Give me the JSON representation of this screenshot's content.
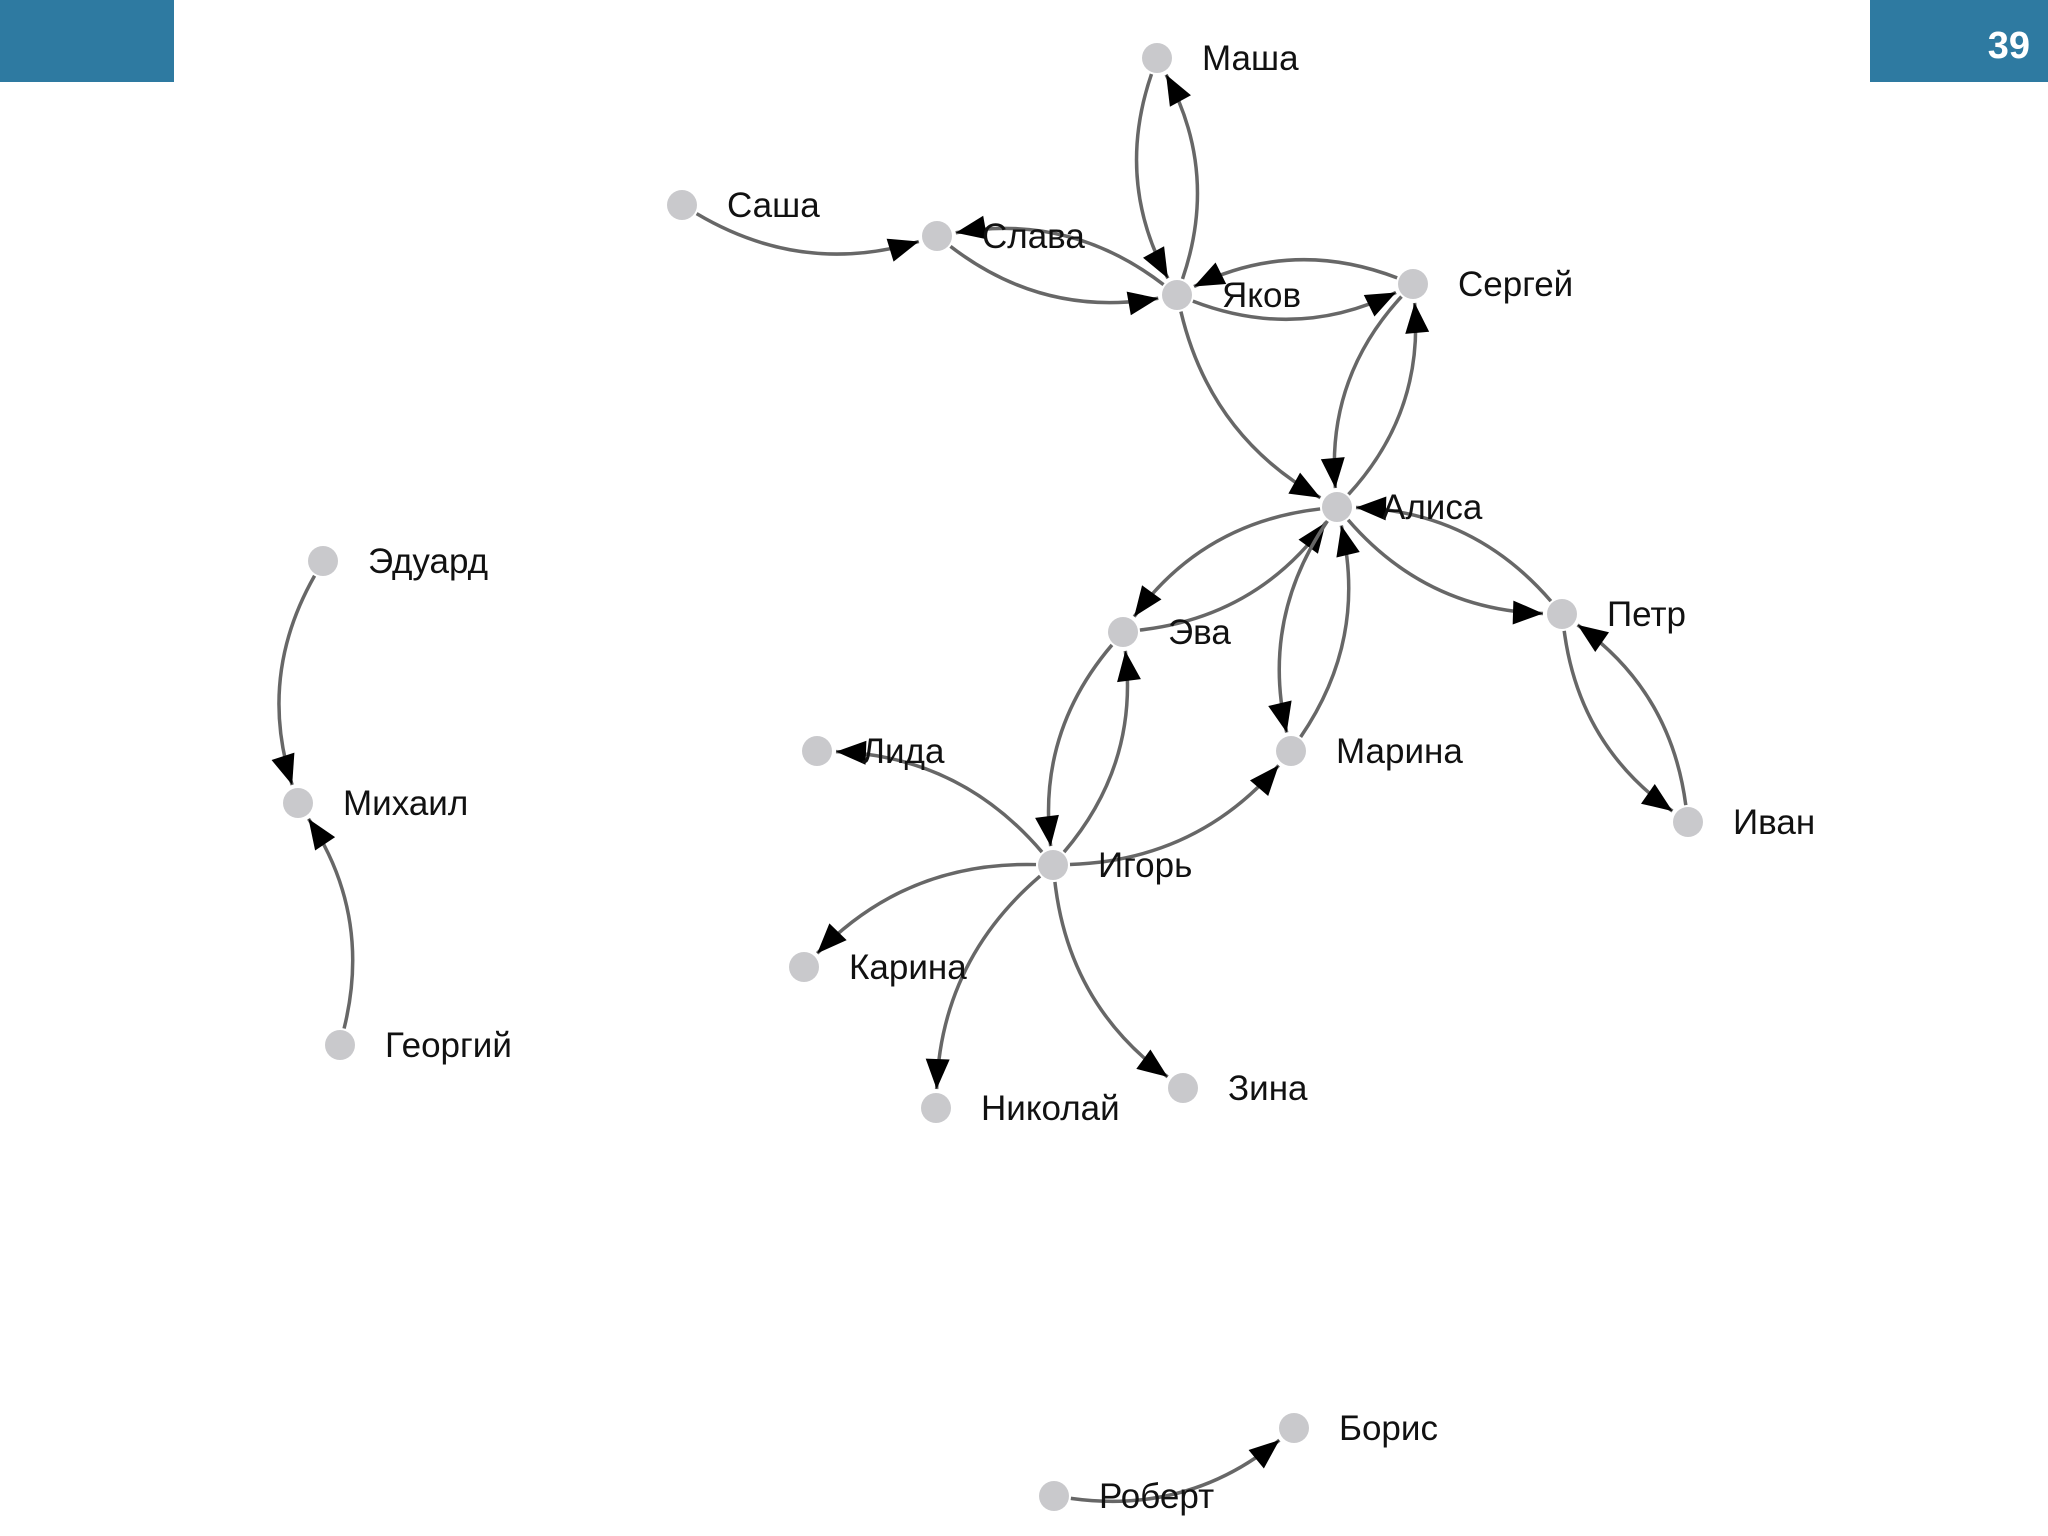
{
  "slide": {
    "page_number": "39"
  },
  "graph": {
    "nodes": [
      {
        "id": "masha",
        "label": "Маша"
      },
      {
        "id": "sasha",
        "label": "Саша"
      },
      {
        "id": "slava",
        "label": "Слава"
      },
      {
        "id": "yakov",
        "label": "Яков"
      },
      {
        "id": "sergey",
        "label": "Сергей"
      },
      {
        "id": "alisa",
        "label": "Алиса"
      },
      {
        "id": "eduard",
        "label": "Эдуард"
      },
      {
        "id": "eva",
        "label": "Эва"
      },
      {
        "id": "petr",
        "label": "Петр"
      },
      {
        "id": "lida",
        "label": "Лида"
      },
      {
        "id": "marina",
        "label": "Марина"
      },
      {
        "id": "mikhail",
        "label": "Михаил"
      },
      {
        "id": "igor",
        "label": "Игорь"
      },
      {
        "id": "ivan",
        "label": "Иван"
      },
      {
        "id": "karina",
        "label": "Карина"
      },
      {
        "id": "georgiy",
        "label": "Георгий"
      },
      {
        "id": "nikolay",
        "label": "Николай"
      },
      {
        "id": "zina",
        "label": "Зина"
      },
      {
        "id": "boris",
        "label": "Борис"
      },
      {
        "id": "robert",
        "label": "Роберт"
      }
    ],
    "edges": [
      {
        "from": "sasha",
        "to": "slava"
      },
      {
        "from": "slava",
        "to": "yakov"
      },
      {
        "from": "yakov",
        "to": "slava"
      },
      {
        "from": "yakov",
        "to": "masha"
      },
      {
        "from": "masha",
        "to": "yakov"
      },
      {
        "from": "yakov",
        "to": "sergey"
      },
      {
        "from": "sergey",
        "to": "yakov"
      },
      {
        "from": "yakov",
        "to": "alisa"
      },
      {
        "from": "alisa",
        "to": "sergey"
      },
      {
        "from": "sergey",
        "to": "alisa"
      },
      {
        "from": "alisa",
        "to": "petr"
      },
      {
        "from": "petr",
        "to": "alisa"
      },
      {
        "from": "petr",
        "to": "ivan"
      },
      {
        "from": "ivan",
        "to": "petr"
      },
      {
        "from": "eva",
        "to": "alisa"
      },
      {
        "from": "alisa",
        "to": "eva"
      },
      {
        "from": "alisa",
        "to": "marina"
      },
      {
        "from": "marina",
        "to": "alisa"
      },
      {
        "from": "igor",
        "to": "eva"
      },
      {
        "from": "eva",
        "to": "igor"
      },
      {
        "from": "igor",
        "to": "marina"
      },
      {
        "from": "igor",
        "to": "lida"
      },
      {
        "from": "igor",
        "to": "karina"
      },
      {
        "from": "igor",
        "to": "nikolay"
      },
      {
        "from": "igor",
        "to": "zina"
      },
      {
        "from": "eduard",
        "to": "mikhail"
      },
      {
        "from": "georgiy",
        "to": "mikhail"
      },
      {
        "from": "robert",
        "to": "boris"
      }
    ]
  }
}
